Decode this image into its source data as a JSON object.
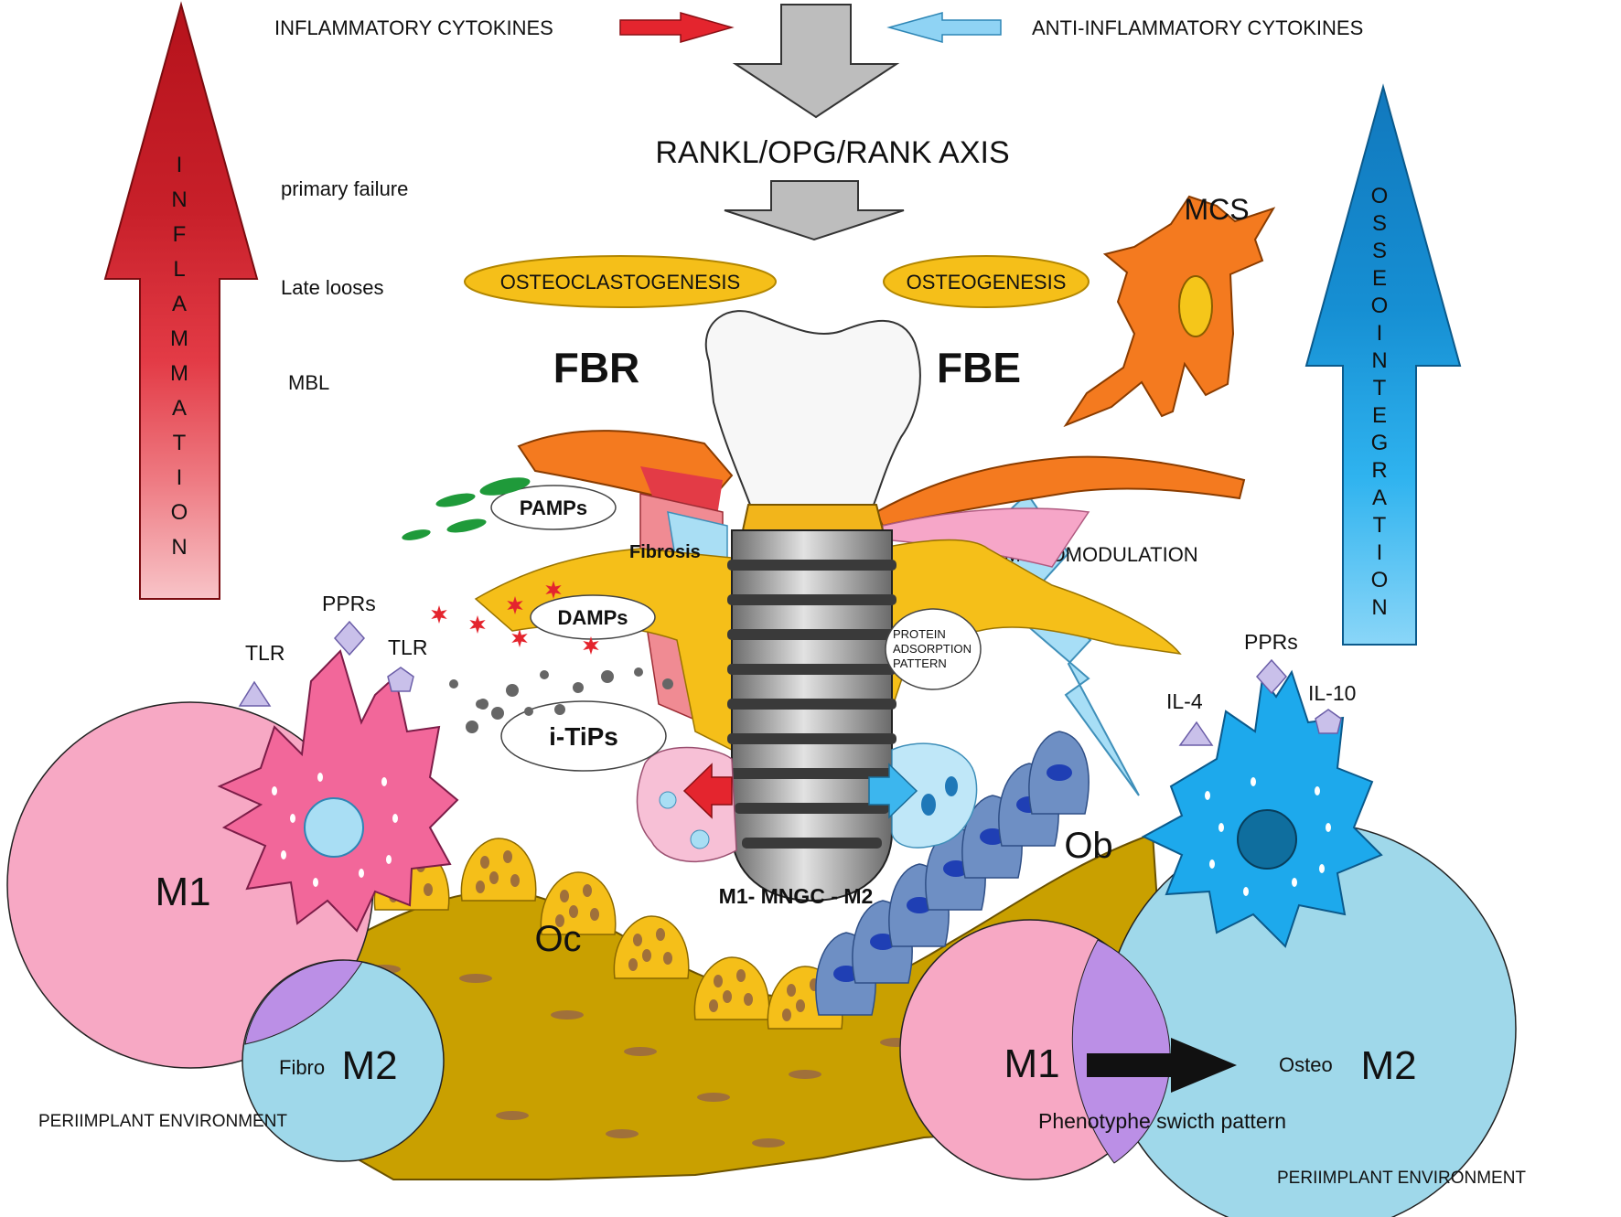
{
  "header": {
    "inflammatory_cytokines": "INFLAMMATORY CYTOKINES",
    "anti_inflammatory_cytokines": "ANTI-INFLAMMATORY CYTOKINES",
    "axis": "RANKL/OPG/RANK AXIS"
  },
  "left_arrow": {
    "text": "INFLAMMATION",
    "color": "#b5121b"
  },
  "right_arrow": {
    "text": "OSSEOINTEGRATION",
    "color": "#1183c6"
  },
  "failures": [
    "primary failure",
    "Late looses",
    "MBL"
  ],
  "processes": {
    "osteoclastogenesis": "OSTEOCLASTOGENESIS",
    "osteogenesis": "OSTEOGENESIS"
  },
  "responses": {
    "fbr": "FBR",
    "fbe": "FBE",
    "fbr_color": "#c0141c",
    "fbe_color": "#1a9ad6"
  },
  "cells": {
    "mcs": "MCS",
    "ob": "Ob",
    "oc": "Oc",
    "m1_left": "M1",
    "m2_left": "M2",
    "fibro": "Fibro",
    "m1_right": "M1",
    "m2_right": "M2",
    "osteo": "Osteo"
  },
  "signals": {
    "pamps": "PAMPs",
    "damps": "DAMPs",
    "itips": "i-TiPs",
    "fibrosis": "Fibrosis",
    "immunomodulation": "IMMUNOMODULATION",
    "protein_adsorption": [
      "PROTEIN",
      "ADSORPTION",
      "PATTERN"
    ],
    "mngc": "M1- MNGC - M2"
  },
  "receptors": {
    "tlr_left": "TLR",
    "pprs_left": "PPRs",
    "tlr_mid": "TLR",
    "il4": "IL-4",
    "pprs_right": "PPRs",
    "il10": "IL-10"
  },
  "environment": {
    "left": "PERIIMPLANT ENVIRONMENT",
    "right": "PERIIMPLANT ENVIRONMENT",
    "switch": "Phenotyphe swicth pattern"
  }
}
